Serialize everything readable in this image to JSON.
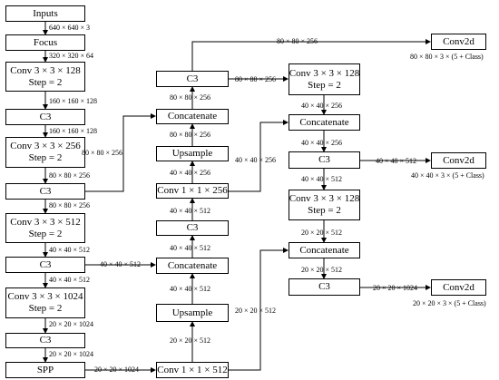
{
  "title": "",
  "dims": {
    "in_640": "640 × 640 × 3",
    "f_320": "320 × 320 × 64",
    "b1_160": "160 × 160 × 128",
    "b2_160": "160 × 160 × 128",
    "b3_80": "80 × 80 × 256",
    "b4_80": "80 × 80 × 256",
    "b5_40": "40 × 40 × 512",
    "b6_40": "40 × 40 × 512",
    "b7_20": "20 × 20 × 1024",
    "b8_20": "20 × 20 × 1024",
    "spp_out": "20 × 20 × 1024",
    "skip_80": "80 × 80 × 256",
    "skip_40": "40 × 40 × 512",
    "n_conv1x1_out": "20 × 20 × 512",
    "n_ups_a": "20 × 20 × 512",
    "n_ups_b": "40 × 40 × 512",
    "n_cat_in": "40 × 40 × 512",
    "n_cat_out": "40 × 40 × 512",
    "n_c3_out": "40 × 40 × 512",
    "n_conv1x1_2_out": "40 × 40 × 256",
    "n_ups2_out": "80 × 80 × 256",
    "n_cat2_out": "80 × 80 × 256",
    "n_conv1x1_2_right": "40 × 40 × 256",
    "top_80": "80 × 80 × 256",
    "c3_top_right": "80 × 80 × 256",
    "r_conv_out": "40 × 40 × 256",
    "r_cat_out": "40 × 40 × 256",
    "r_c3_right": "40 × 40 × 512",
    "r_c3_down": "40 × 40 × 512",
    "r_conv2_out": "20 × 20 × 512",
    "r_cat2_out": "20 × 20 × 512",
    "r_c3_2_right": "20 × 20 × 1024",
    "sppconv_right": "20 × 20 × 512"
  },
  "outputs": {
    "o1": "80 × 80 × 3 × (5 + Class)",
    "o2": "40 × 40 × 3 × (5 + Class)",
    "o3": "20 × 20 × 3 × (5 + Class)"
  },
  "boxes": {
    "inputs": [
      "Inputs"
    ],
    "focus": [
      "Focus"
    ],
    "b_conv1": [
      "Conv 3 × 3 × 128",
      "Step = 2"
    ],
    "b_c3_1": [
      "C3"
    ],
    "b_conv2": [
      "Conv 3 × 3 × 256",
      "Step = 2"
    ],
    "b_c3_2": [
      "C3"
    ],
    "b_conv3": [
      "Conv 3 × 3 × 512",
      "Step = 2"
    ],
    "b_c3_3": [
      "C3"
    ],
    "b_conv4": [
      "Conv 3 × 3 × 1024",
      "Step = 2"
    ],
    "b_c3_4": [
      "C3"
    ],
    "spp": [
      "SPP"
    ],
    "n_c3_top": [
      "C3"
    ],
    "n_cat1": [
      "Concatenate"
    ],
    "n_ups1": [
      "Upsample"
    ],
    "n_conv1x1_1": [
      "Conv 1 × 1 × 256"
    ],
    "n_c3_mid": [
      "C3"
    ],
    "n_cat2": [
      "Concatenate"
    ],
    "n_ups2": [
      "Upsample"
    ],
    "n_conv1x1_2": [
      "Conv 1 × 1 × 512"
    ],
    "r_conv1": [
      "Conv 3 × 3 × 128",
      "Step = 2"
    ],
    "r_cat1": [
      "Concatenate"
    ],
    "r_c3_1": [
      "C3"
    ],
    "r_conv2": [
      "Conv 3 × 3 × 128",
      "Step = 2"
    ],
    "r_cat2": [
      "Concatenate"
    ],
    "r_c3_2": [
      "C3"
    ],
    "det1": [
      "Conv2d"
    ],
    "det2": [
      "Conv2d"
    ],
    "det3": [
      "Conv2d"
    ]
  }
}
